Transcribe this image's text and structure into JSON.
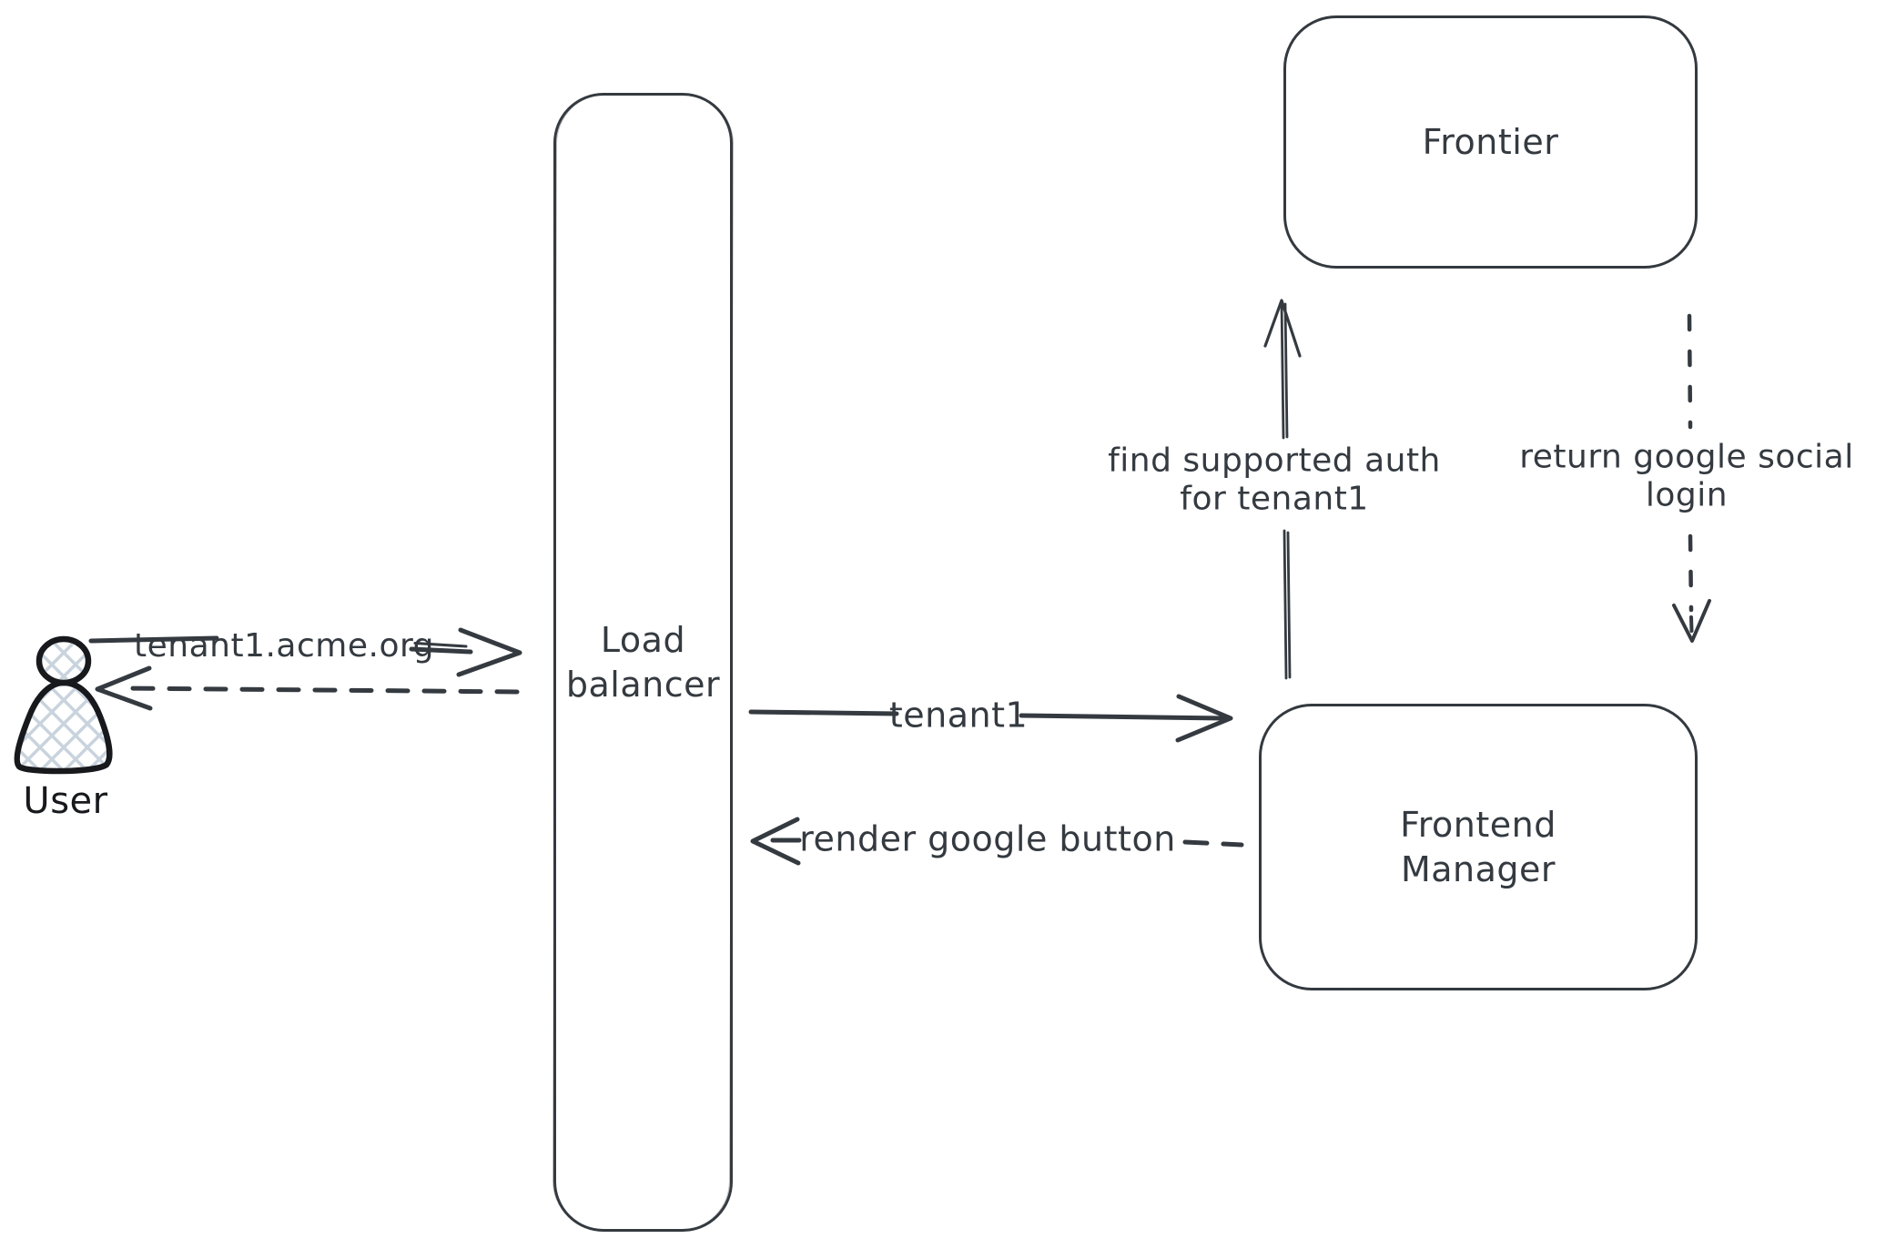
{
  "colors": {
    "stroke": "#343a40",
    "icon_outline": "#17191d",
    "icon_hatch": "#c9d3dd",
    "background": "#ffffff"
  },
  "nodes": {
    "user": {
      "label": "User"
    },
    "load_balancer": {
      "line1": "Load",
      "line2": "balancer"
    },
    "frontier": {
      "label": "Frontier"
    },
    "frontend_manager": {
      "line1": "Frontend",
      "line2": "Manager"
    }
  },
  "arrows": {
    "user_to_load_balancer": {
      "label": "tenant1.acme.org",
      "style": "solid"
    },
    "load_balancer_to_user": {
      "style": "dashed"
    },
    "load_balancer_to_frontend_manager": {
      "label": "tenant1",
      "style": "solid"
    },
    "frontend_manager_to_load_balancer": {
      "label": "render google button",
      "style": "dashed"
    },
    "frontend_manager_to_frontier": {
      "line1": "find supported auth",
      "line2": "for tenant1",
      "style": "solid"
    },
    "frontier_to_frontend_manager": {
      "line1": "return google social",
      "line2": "login",
      "style": "dashed"
    }
  }
}
